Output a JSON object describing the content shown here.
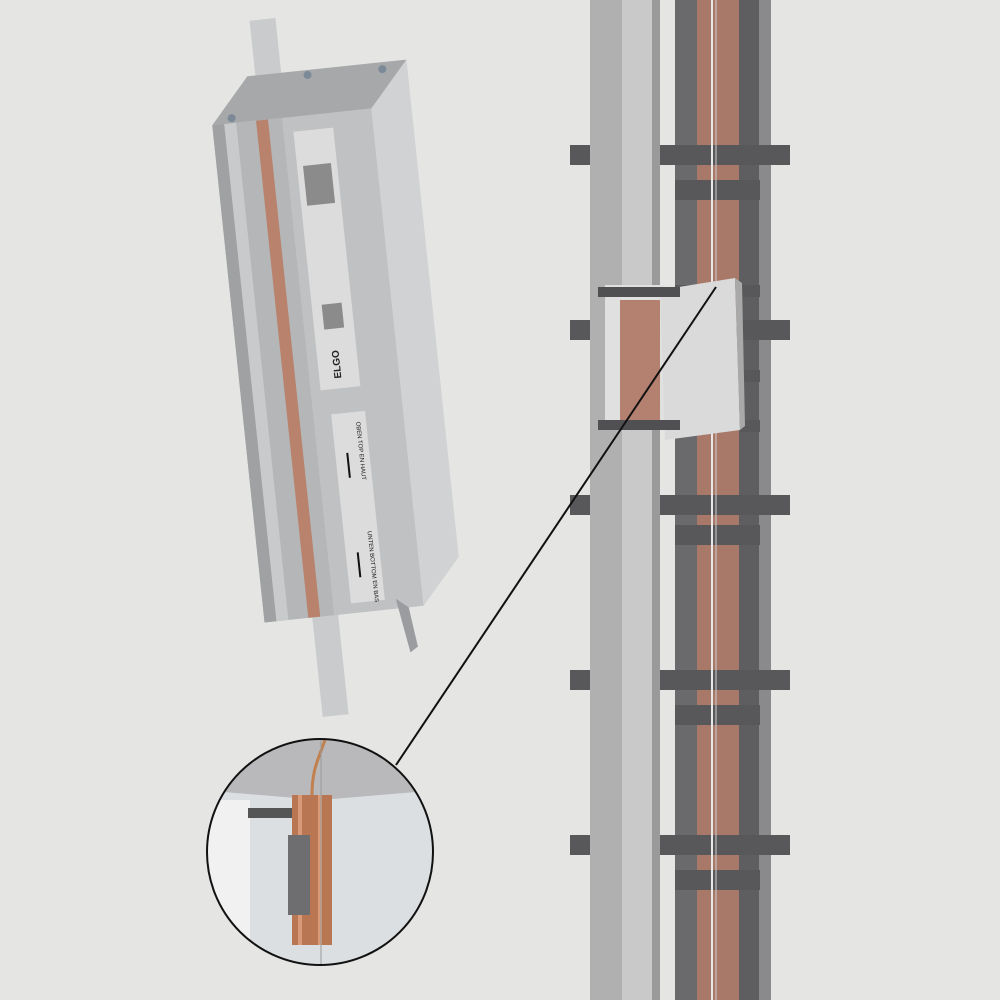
{
  "product": {
    "logo": "ELGO",
    "label_top": "OBEN TOP EN HAUT",
    "label_bottom": "UNTEN BOTTOM EN BAS"
  },
  "colors": {
    "background": "#e5e5e3",
    "aluminium": "#b9bbbd",
    "copper": "#b98470",
    "steel_dark": "#6e6e70",
    "rail": "#c4c4c4"
  }
}
